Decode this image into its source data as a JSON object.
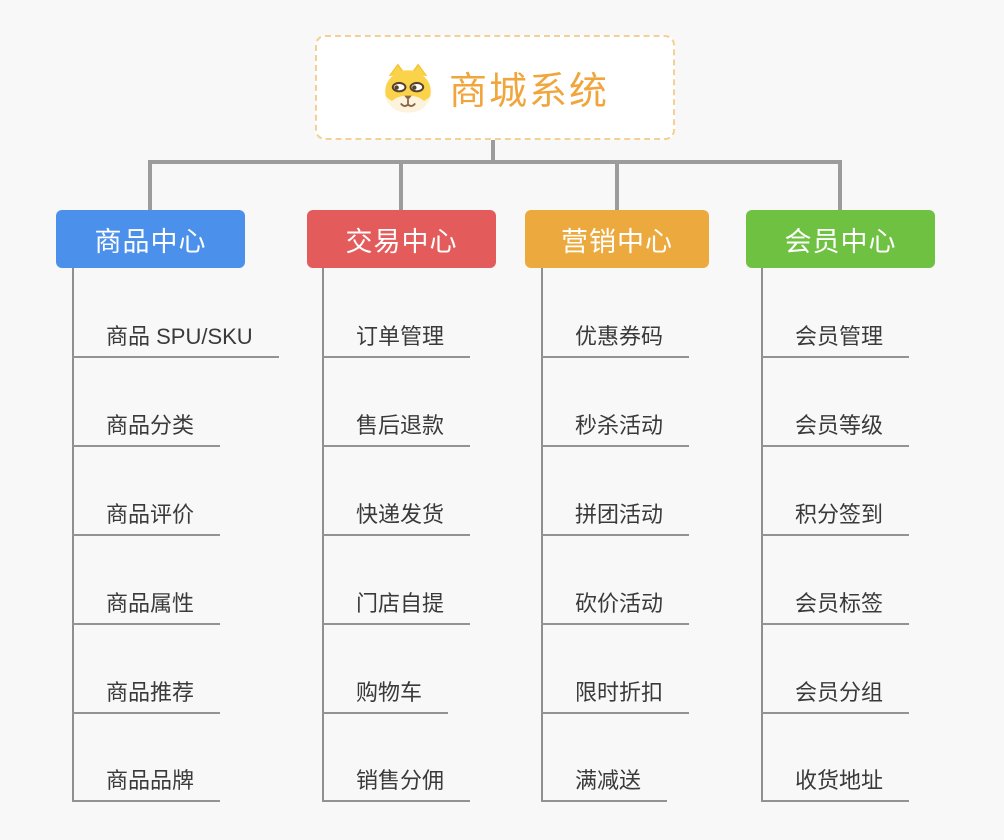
{
  "root": {
    "title": "商城系统",
    "title_color": "#f0a63c",
    "icon": "dog-face-icon"
  },
  "branches": [
    {
      "label": "商品中心",
      "color": "#4b91eb",
      "items": [
        "商品 SPU/SKU",
        "商品分类",
        "商品评价",
        "商品属性",
        "商品推荐",
        "商品品牌"
      ]
    },
    {
      "label": "交易中心",
      "color": "#e35b5b",
      "items": [
        "订单管理",
        "售后退款",
        "快递发货",
        "门店自提",
        "购物车",
        "销售分佣"
      ]
    },
    {
      "label": "营销中心",
      "color": "#ecaa3e",
      "items": [
        "优惠券码",
        "秒杀活动",
        "拼团活动",
        "砍价活动",
        "限时折扣",
        "满减送"
      ]
    },
    {
      "label": "会员中心",
      "color": "#6fc142",
      "items": [
        "会员管理",
        "会员等级",
        "积分签到",
        "会员标签",
        "会员分组",
        "收货地址"
      ]
    }
  ]
}
